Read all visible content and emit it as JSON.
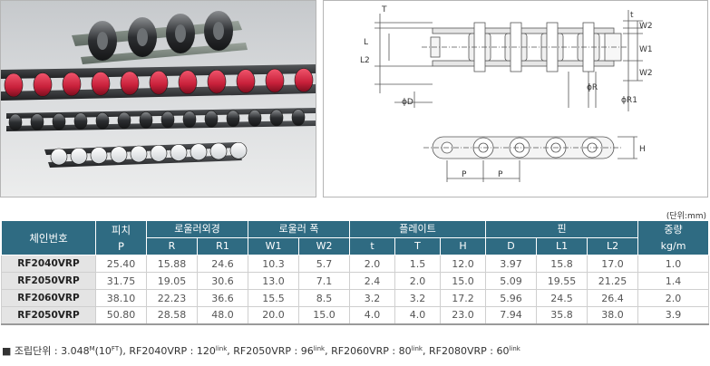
{
  "unit_note": "(단위:mm)",
  "table": {
    "headers": {
      "model": "체인번호",
      "pitch": "피치",
      "pitch_sym": "P",
      "roller_od": "로울러외경",
      "roller_width": "로울러 폭",
      "plate": "플레이트",
      "pin": "핀",
      "weight": "중량",
      "weight_unit": "kg/m"
    },
    "sub_headers": [
      "R",
      "R1",
      "W1",
      "W2",
      "t",
      "T",
      "H",
      "D",
      "L1",
      "L2"
    ],
    "rows": [
      {
        "model": "RF2040VRP",
        "cells": [
          "25.40",
          "15.88",
          "24.6",
          "10.3",
          "5.7",
          "2.0",
          "1.5",
          "12.0",
          "3.97",
          "15.8",
          "17.0",
          "1.0"
        ]
      },
      {
        "model": "RF2050VRP",
        "cells": [
          "31.75",
          "19.05",
          "30.6",
          "13.0",
          "7.1",
          "2.4",
          "2.0",
          "15.0",
          "5.09",
          "19.55",
          "21.25",
          "1.4"
        ]
      },
      {
        "model": "RF2060VRP",
        "cells": [
          "38.10",
          "22.23",
          "36.6",
          "15.5",
          "8.5",
          "3.2",
          "3.2",
          "17.2",
          "5.96",
          "24.5",
          "26.4",
          "2.0"
        ]
      },
      {
        "model": "RF2050VRP",
        "cells": [
          "50.80",
          "28.58",
          "48.0",
          "20.0",
          "15.0",
          "4.0",
          "4.0",
          "23.0",
          "7.94",
          "35.8",
          "38.0",
          "3.9"
        ]
      }
    ]
  },
  "drawing": {
    "dims": [
      "T",
      "t",
      "W2",
      "L",
      "W1",
      "L2",
      "W2",
      "ϕR",
      "ϕD",
      "ϕR1",
      "H",
      "P",
      "P"
    ]
  },
  "footnote": {
    "bullet": "■",
    "label": "조립단위 : 3.048",
    "sup_m": "M",
    "ft": "(10",
    "sup_ft": "FT",
    "ft_close": ")",
    "items": [
      {
        "text": ", RF2040VRP : 120",
        "sup": "link"
      },
      {
        "text": ", RF2050VRP : 96",
        "sup": "link"
      },
      {
        "text": ", RF2060VRP : 80",
        "sup": "link"
      },
      {
        "text": ", RF2080VRP : 60",
        "sup": "link"
      }
    ]
  },
  "colors": {
    "header_bg": "#2f6b82",
    "model_bg": "#e4e4e4",
    "roller_red": "#c8203a",
    "plate_dark": "#3a3c3f"
  }
}
